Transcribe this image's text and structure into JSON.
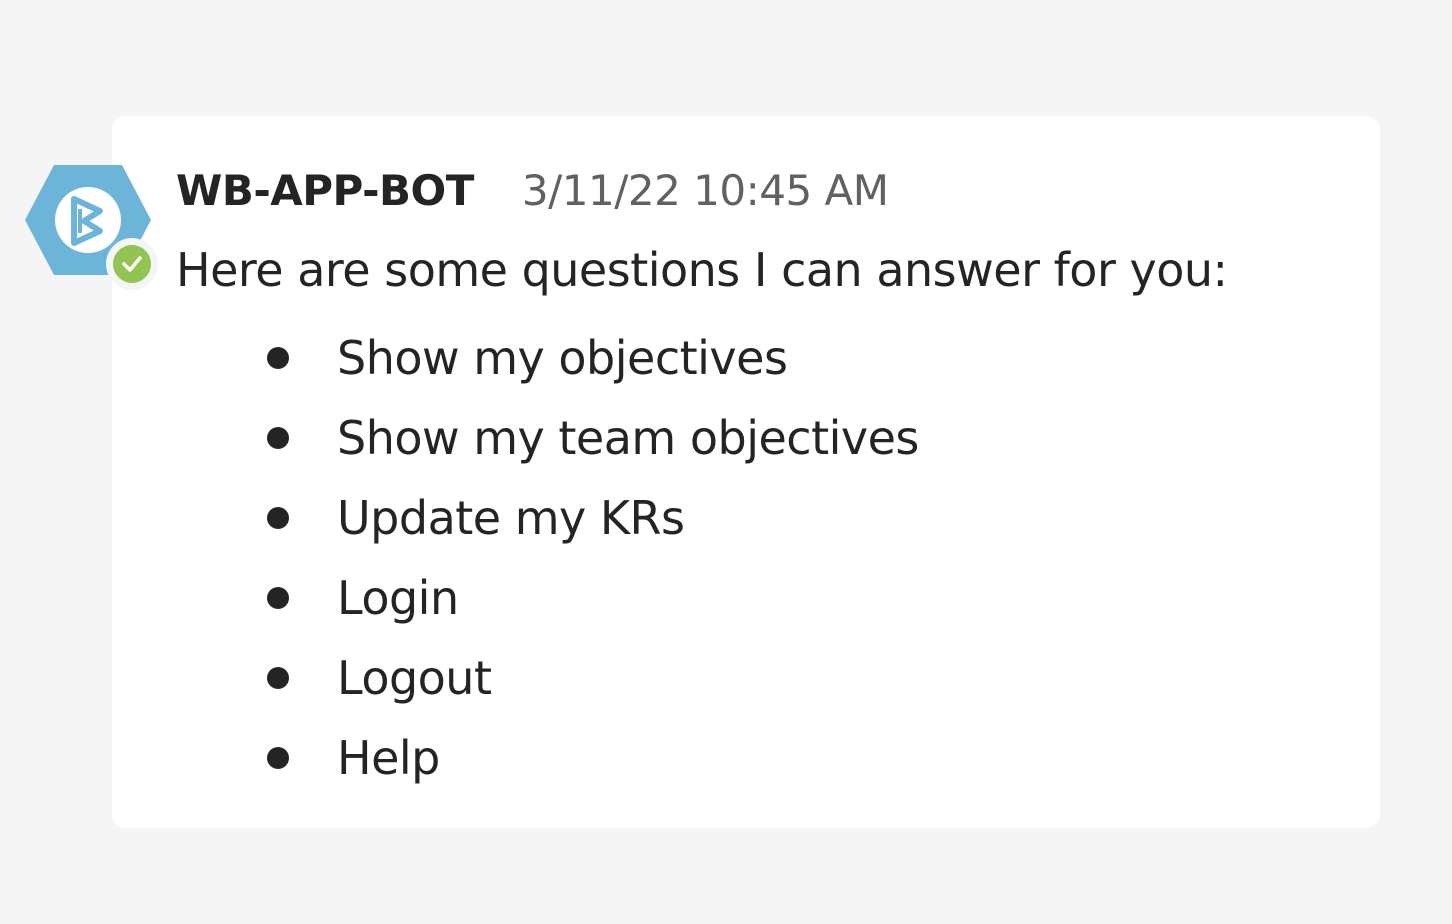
{
  "message": {
    "sender": "WB-APP-BOT",
    "timestamp": "3/11/22 10:45 AM",
    "intro": "Here are some questions I can answer for you:",
    "items": [
      {
        "label": "Show my objectives"
      },
      {
        "label": "Show my team objectives"
      },
      {
        "label": "Update my KRs"
      },
      {
        "label": "Login"
      },
      {
        "label": "Logout"
      },
      {
        "label": "Help"
      }
    ]
  },
  "avatar": {
    "icon": "bot-logo-icon",
    "color": "#6cb4d8",
    "presence": "available",
    "presence_color": "#92c353"
  },
  "colors": {
    "background": "#f5f5f5",
    "card": "#ffffff",
    "text": "#242424",
    "muted": "#616161"
  }
}
